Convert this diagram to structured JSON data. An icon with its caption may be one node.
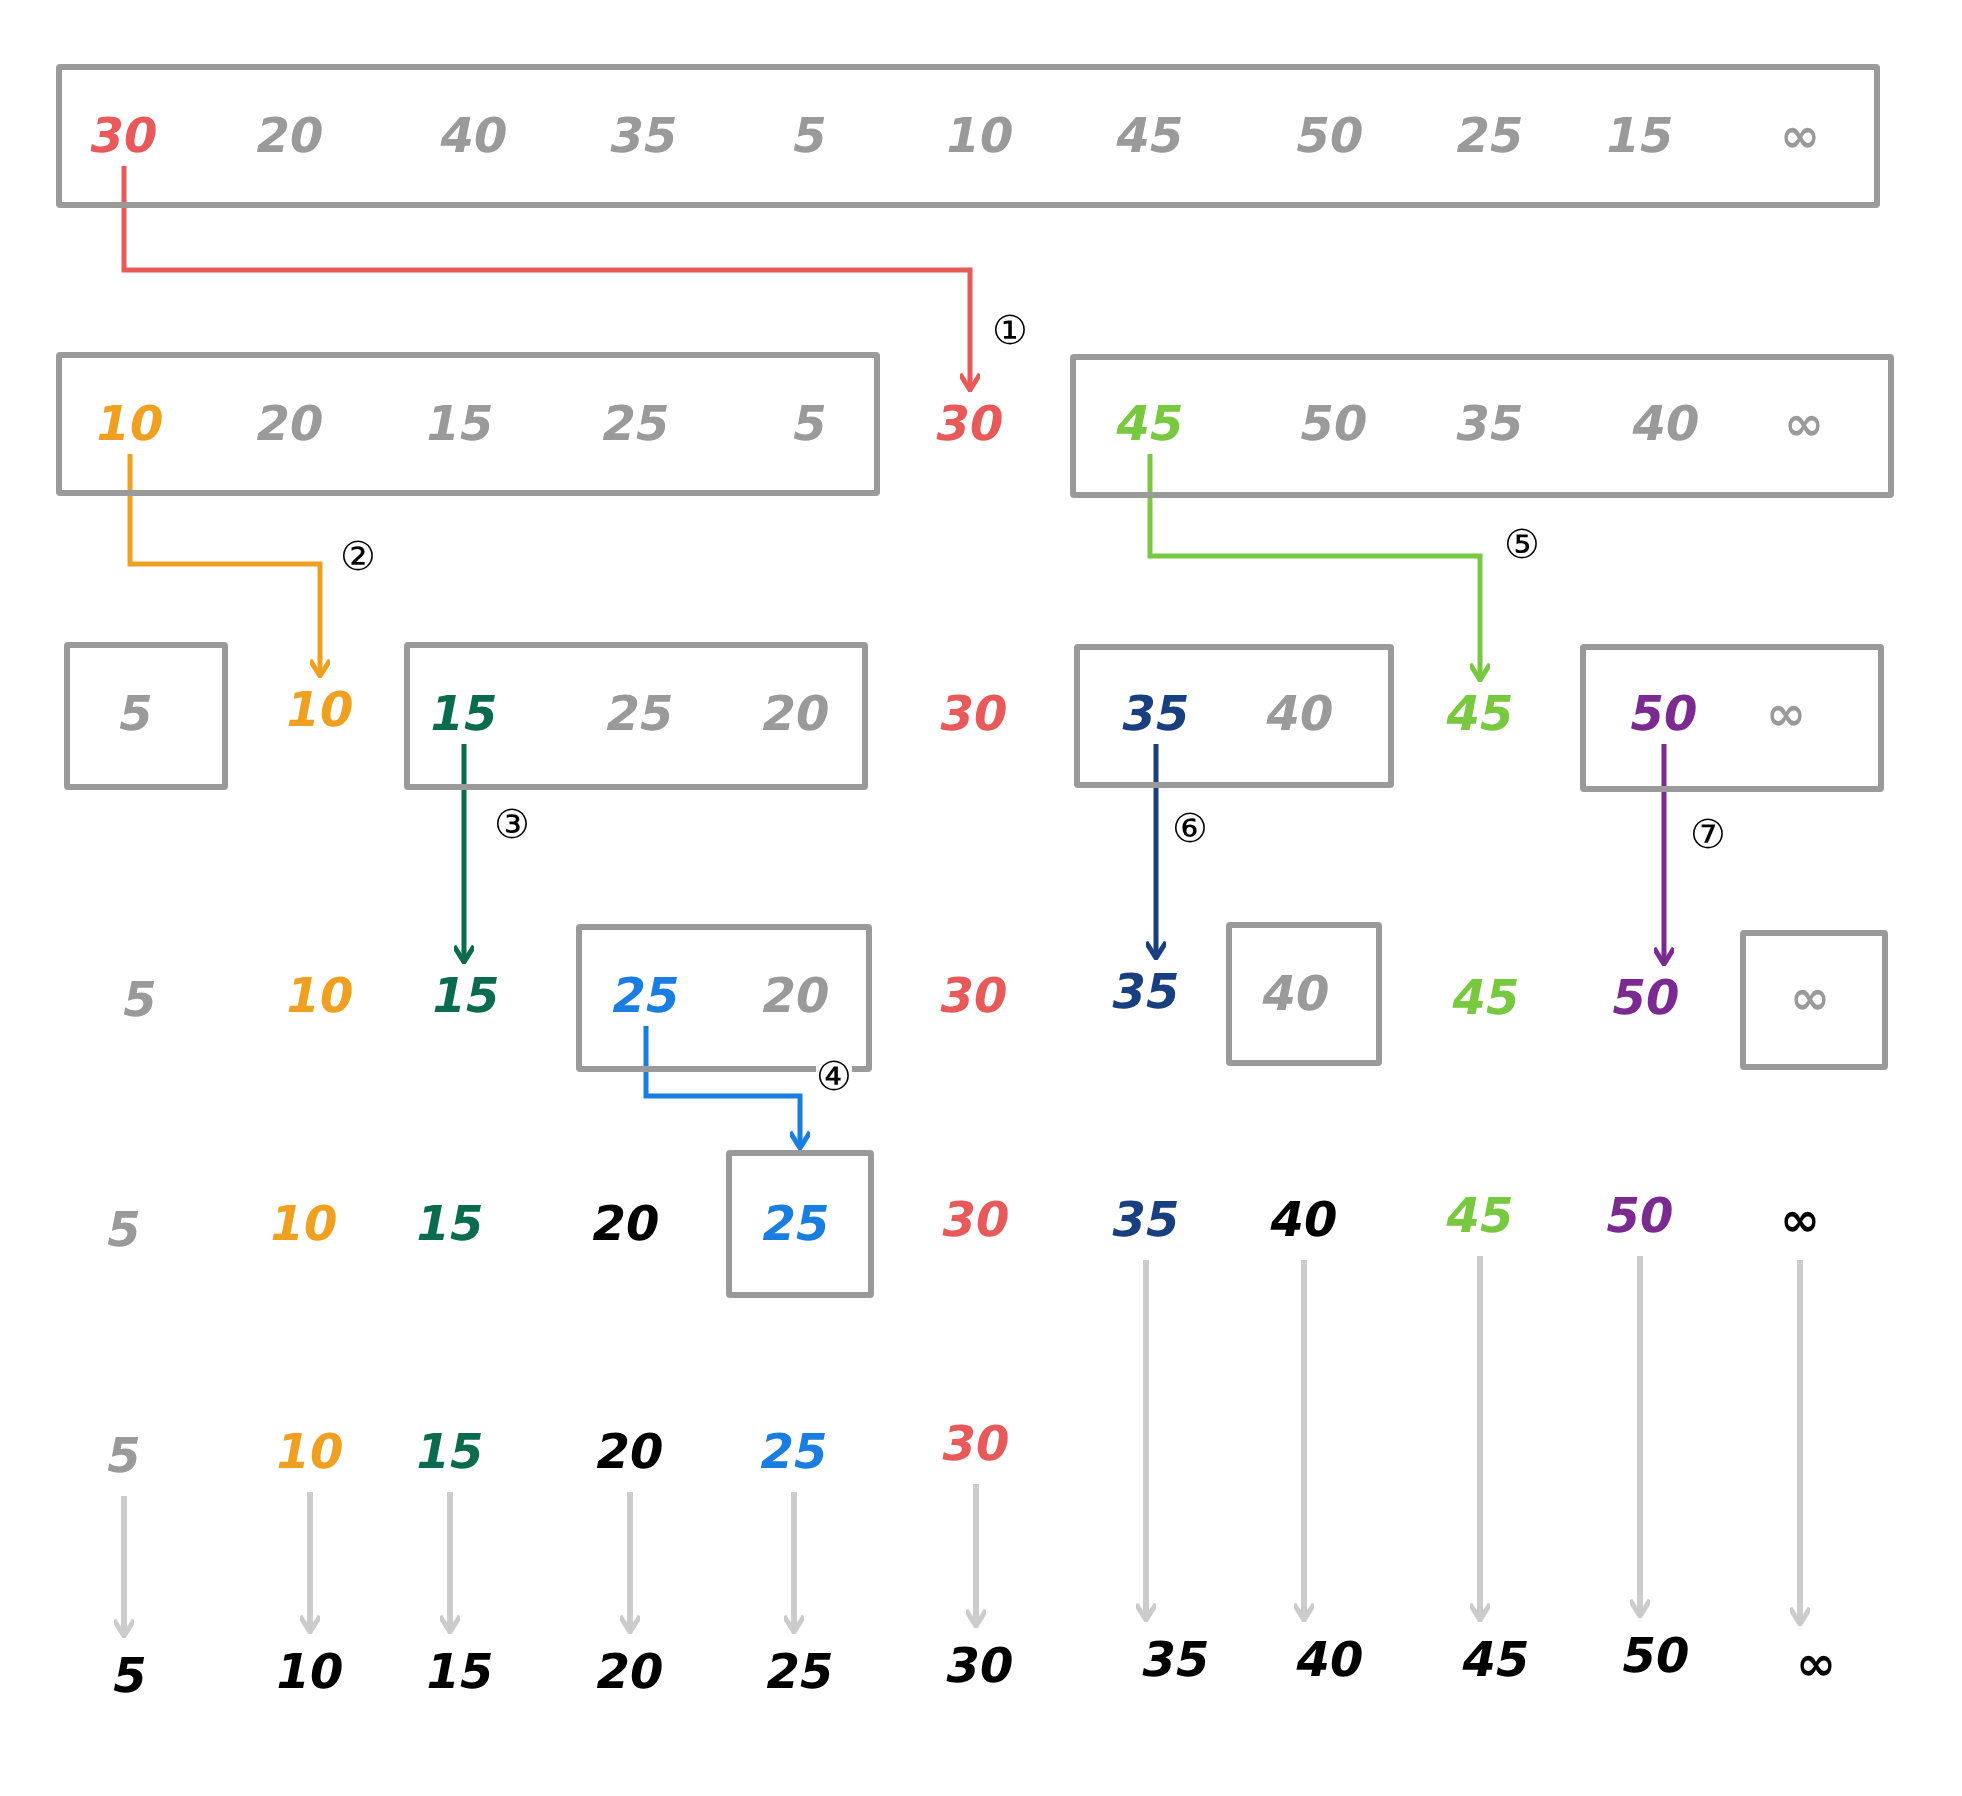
{
  "diagram": {
    "nodes": [
      {
        "text": [],
        "shape": "box"
      },
      {
        "text": [
          "30"
        ],
        "in": 0
      },
      {
        "text": [
          "20"
        ],
        "in": 0
      },
      {
        "text": [
          "40"
        ],
        "in": 0
      },
      {
        "text": [
          "35"
        ],
        "in": 0
      },
      {
        "text": [
          "5"
        ],
        "in": 0
      },
      {
        "text": [
          "10"
        ],
        "in": 0
      },
      {
        "text": [
          "45"
        ],
        "in": 0
      },
      {
        "text": [
          "50"
        ],
        "in": 0
      },
      {
        "text": [
          "25"
        ],
        "in": 0
      },
      {
        "text": [
          "15"
        ],
        "in": 0
      },
      {
        "text": [
          "∞"
        ],
        "in": 0
      },
      {
        "text": [],
        "shape": "box"
      },
      {
        "text": [
          "10"
        ],
        "in": 12
      },
      {
        "text": [
          "20"
        ],
        "in": 12
      },
      {
        "text": [
          "15"
        ],
        "in": 12
      },
      {
        "text": [
          "25"
        ],
        "in": 12
      },
      {
        "text": [
          "5"
        ],
        "in": 12
      },
      {
        "text": [
          "30"
        ]
      },
      {
        "text": [],
        "shape": "box"
      },
      {
        "text": [
          "45"
        ],
        "in": 19
      },
      {
        "text": [
          "50"
        ],
        "in": 19
      },
      {
        "text": [
          "35"
        ],
        "in": 19
      },
      {
        "text": [
          "40"
        ],
        "in": 19
      },
      {
        "text": [
          "∞"
        ],
        "in": 19
      },
      {
        "text": [],
        "shape": "box"
      },
      {
        "text": [
          "5"
        ],
        "in": 25
      },
      {
        "text": [
          "10"
        ]
      },
      {
        "text": [],
        "shape": "box"
      },
      {
        "text": [
          "15"
        ],
        "in": 28
      },
      {
        "text": [
          "25"
        ],
        "in": 28
      },
      {
        "text": [
          "20"
        ],
        "in": 28
      },
      {
        "text": [
          "30"
        ]
      },
      {
        "text": [],
        "shape": "box"
      },
      {
        "text": [
          "35"
        ],
        "in": 33
      },
      {
        "text": [
          "40"
        ],
        "in": 33
      },
      {
        "text": [
          "45"
        ]
      },
      {
        "text": [],
        "shape": "box"
      },
      {
        "text": [
          "50"
        ],
        "in": 37
      },
      {
        "text": [
          "∞"
        ],
        "in": 37
      },
      {
        "text": [
          "5"
        ]
      },
      {
        "text": [
          "10"
        ]
      },
      {
        "text": [
          "15"
        ]
      },
      {
        "text": [],
        "shape": "box"
      },
      {
        "text": [
          "25"
        ],
        "in": 43
      },
      {
        "text": [
          "20"
        ],
        "in": 43
      },
      {
        "text": [
          "30"
        ]
      },
      {
        "text": [
          "35"
        ]
      },
      {
        "text": [],
        "shape": "box"
      },
      {
        "text": [
          "40"
        ],
        "in": 48
      },
      {
        "text": [
          "45"
        ]
      },
      {
        "text": [
          "50"
        ]
      },
      {
        "text": [],
        "shape": "box"
      },
      {
        "text": [
          "∞"
        ],
        "in": 52
      },
      {
        "text": [
          "5"
        ]
      },
      {
        "text": [
          "10"
        ]
      },
      {
        "text": [
          "15"
        ]
      },
      {
        "text": [
          "20"
        ]
      },
      {
        "text": [],
        "shape": "box"
      },
      {
        "text": [
          "25"
        ],
        "in": 58
      },
      {
        "text": [
          "30"
        ]
      },
      {
        "text": [
          "35"
        ]
      },
      {
        "text": [
          "40"
        ]
      },
      {
        "text": [
          "45"
        ]
      },
      {
        "text": [
          "50"
        ]
      },
      {
        "text": [
          "∞"
        ]
      },
      {
        "text": [
          "5"
        ]
      },
      {
        "text": [
          "10"
        ]
      },
      {
        "text": [
          "15"
        ]
      },
      {
        "text": [
          "20"
        ]
      },
      {
        "text": [
          "25"
        ]
      },
      {
        "text": [
          "30"
        ]
      },
      {
        "text": [
          "5"
        ]
      },
      {
        "text": [
          "10"
        ]
      },
      {
        "text": [
          "15"
        ]
      },
      {
        "text": [
          "20"
        ]
      },
      {
        "text": [
          "25"
        ]
      },
      {
        "text": [
          "30"
        ]
      },
      {
        "text": [
          "35"
        ]
      },
      {
        "text": [
          "40"
        ]
      },
      {
        "text": [
          "45"
        ]
      },
      {
        "text": [
          "50"
        ]
      },
      {
        "text": [
          "∞"
        ]
      }
    ],
    "edges": [
      {
        "from": 1,
        "to": 18,
        "arrow": "to",
        "label": "①",
        "color": "#e85a5a"
      },
      {
        "from": 13,
        "to": 27,
        "arrow": "to",
        "label": "②",
        "color": "#f0a020"
      },
      {
        "from": 29,
        "to": 42,
        "arrow": "to",
        "label": "③",
        "color": "#0b6b4e"
      },
      {
        "from": 44,
        "to": 58,
        "arrow": "to",
        "label": "④",
        "color": "#1a7de0"
      },
      {
        "from": 20,
        "to": 36,
        "arrow": "to",
        "label": "⑤",
        "color": "#78c840"
      },
      {
        "from": 34,
        "to": 47,
        "arrow": "to",
        "label": "⑥",
        "color": "#1a3f80"
      },
      {
        "from": 38,
        "to": 51,
        "arrow": "to",
        "label": "⑦",
        "color": "#7a2a90"
      },
      {
        "from": 66,
        "to": 72,
        "arrow": "to"
      },
      {
        "from": 67,
        "to": 73,
        "arrow": "to"
      },
      {
        "from": 68,
        "to": 74,
        "arrow": "to"
      },
      {
        "from": 69,
        "to": 75,
        "arrow": "to"
      },
      {
        "from": 70,
        "to": 76,
        "arrow": "to"
      },
      {
        "from": 71,
        "to": 77,
        "arrow": "to"
      },
      {
        "from": 61,
        "to": 78,
        "arrow": "to"
      },
      {
        "from": 62,
        "to": 79,
        "arrow": "to"
      },
      {
        "from": 63,
        "to": 80,
        "arrow": "to"
      },
      {
        "from": 64,
        "to": 81,
        "arrow": "to"
      },
      {
        "from": 65,
        "to": 82,
        "arrow": "to"
      }
    ]
  }
}
